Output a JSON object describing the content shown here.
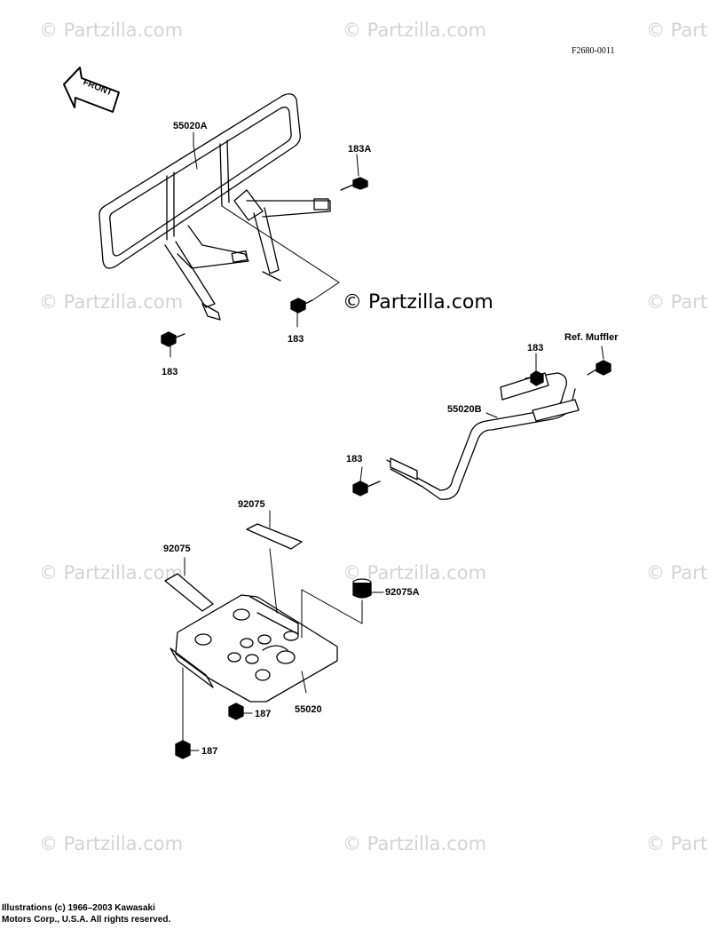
{
  "figure_id": "F2680-0011",
  "front_arrow": "FRONT",
  "watermark": "© Partzilla.com",
  "watermark_partial": "© Part",
  "watermark_center": "© Partzilla.com",
  "callouts": {
    "rear_guard": "55020A",
    "bolt_a": "183A",
    "bolt_left": "183",
    "bolt_center": "183",
    "bolt_right_top": "183",
    "ref_muffler": "Ref. Muffler",
    "side_guard": "55020B",
    "bolt_side_left": "183",
    "pad_top": "92075",
    "pad_left": "92075",
    "damper": "92075A",
    "skid_plate": "55020",
    "screw_upper": "187",
    "screw_lower": "187"
  },
  "copyright": {
    "line1": "Illustrations (c) 1966–2003 Kawasaki",
    "line2": "Motors Corp., U.S.A.  All rights reserved."
  }
}
